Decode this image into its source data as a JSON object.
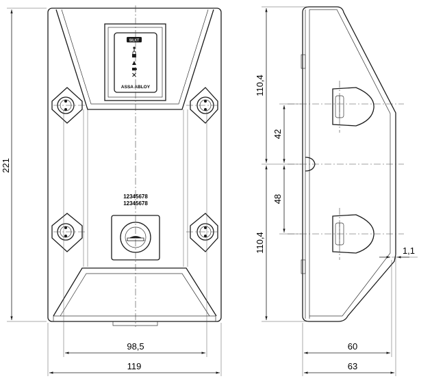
{
  "dimensions": {
    "front_height": "221",
    "front_width": "119",
    "hole_spacing": "98,5",
    "upper_half_height": "110,4",
    "lower_half_height": "110,4",
    "upper_offset": "42",
    "lower_offset": "48",
    "side_depth": "60",
    "total_depth": "63",
    "wall_thickness": "1,1"
  },
  "device": {
    "badge_text": "SILKT",
    "brand": "ASSA ABLOY",
    "serial_1": "12345678",
    "serial_2": "12345678",
    "indicator_icon_names": [
      "key-icon",
      "lock-icon",
      "bell-icon",
      "battery-icon",
      "close-icon"
    ]
  }
}
